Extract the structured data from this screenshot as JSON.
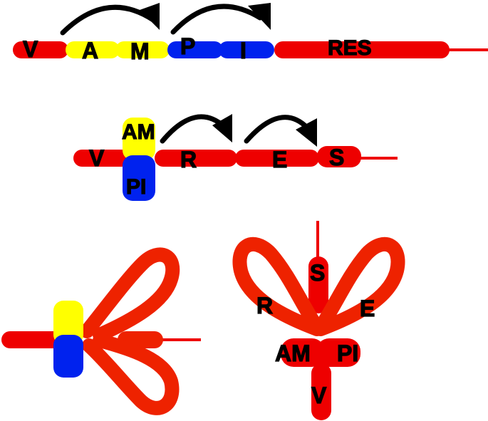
{
  "colors": {
    "red": "#ee0000",
    "deep_red": "#ee2200",
    "yellow": "#ffff00",
    "blue": "#0022ee",
    "black": "#000000"
  },
  "row1": {
    "labels": {
      "v": "V",
      "a": "A",
      "m": "M",
      "p": "P",
      "i": "I",
      "res": "RES"
    }
  },
  "row2": {
    "labels": {
      "v": "V",
      "am": "AM",
      "pi": "PI",
      "r": "R",
      "e": "E",
      "s": "S"
    }
  },
  "row3": {
    "labels": {
      "s": "S",
      "r": "R",
      "e": "E",
      "am": "AM",
      "pi": "PI",
      "v": "V"
    }
  }
}
